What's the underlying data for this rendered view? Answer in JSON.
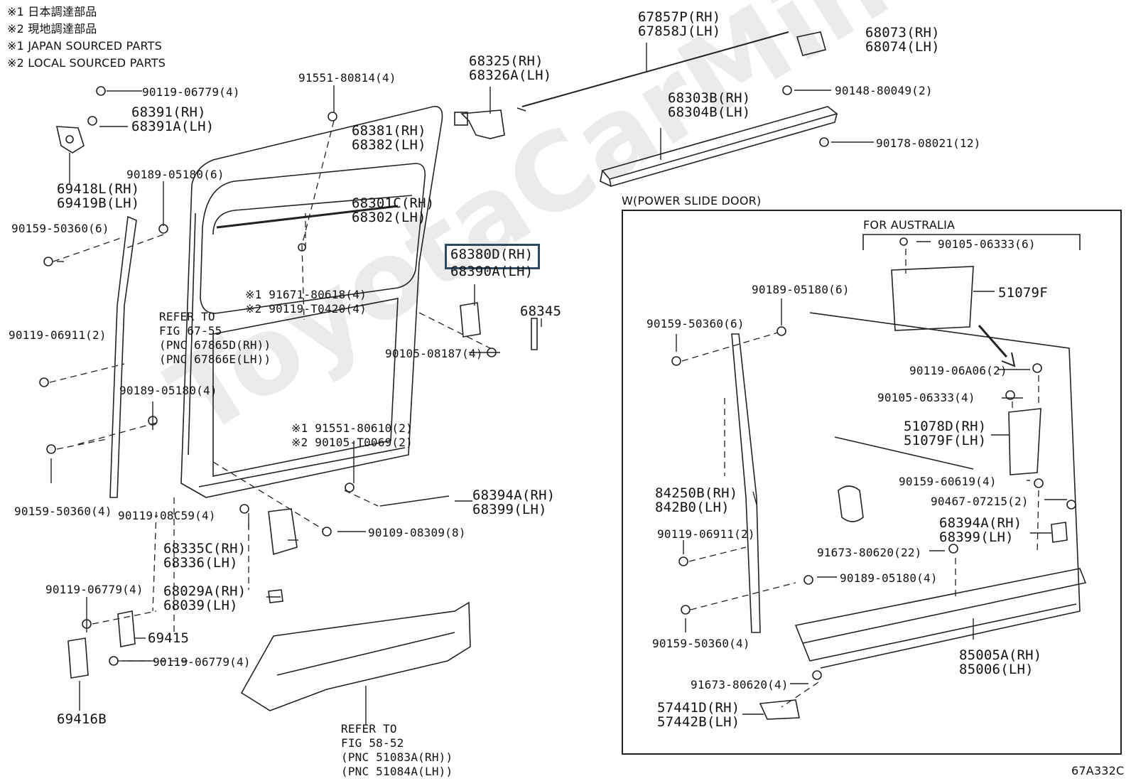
{
  "legend": [
    "※1 日本調達部品",
    "※2 現地調達部品",
    "※1 JAPAN SOURCED PARTS",
    "※2 LOCAL SOURCED PARTS"
  ],
  "watermark": "ToyotaCarMine.ru",
  "figure_code": "67A332C",
  "power_slide_door_title": "W(POWER SLIDE DOOR)",
  "australia_title": "FOR AUSTRALIA",
  "highlighted_part": "68380D(RH)",
  "labels": {
    "p67857": "67857P(RH)\n67858J(LH)",
    "p68073": "68073(RH)\n68074(LH)",
    "p68325": "68325(RH)\n68326A(LH)",
    "p91551": "91551-80814(4)",
    "p90119a": "90119-06779(4)",
    "p68391": "68391(RH)\n68391A(LH)",
    "p68381": "68381(RH)\n68382(LH)",
    "p90148": "90148-80049(2)",
    "p68303": "68303B(RH)\n68304B(LH)",
    "p90178": "90178-08021(12)",
    "p90189a": "90189-05180(6)",
    "p69418": "69418L(RH)\n69419B(LH)",
    "p68301": "68301C(RH)\n68302(LH)",
    "p90159a": "90159-50360(6)",
    "p68390": "68390A(LH)",
    "p91671": "※1 91671-80618(4)\n※2 90119-T0420(4)",
    "p68345": "68345",
    "refer1": "REFER TO\nFIG 67-55\n(PNC 67865D(RH))\n(PNC 67866E(LH))",
    "p90119b": "90119-06911(2)",
    "p90105a": "90105-08187(4)",
    "p90189b": "90189-05180(4)",
    "p91551b": "※1 91551-80610(2)\n※2 90105-T0069(2)",
    "p68394a": "68394A(RH)\n68399(LH)",
    "p90159b": "90159-50360(4)",
    "p90119c": "90119-08C59(4)",
    "p90109": "90109-08309(8)",
    "p68335": "68335C(RH)\n68336(LH)",
    "p68029": "68029A(RH)\n68039(LH)",
    "p90119d": "90119-06779(4)",
    "p69415": "69415",
    "p90119e": "90119-06779(4)",
    "p69416": "69416B",
    "refer2": "REFER TO\nFIG 58-52\n(PNC 51083A(RH))\n(PNC 51084A(LH))",
    "p90105b": "90105-06333(6)",
    "p51079": "51079F",
    "p90189c": "90189-05180(6)",
    "p90159c": "90159-50360(6)",
    "p90119f": "90119-06A06(2)",
    "p90105c": "90105-06333(4)",
    "p51078": "51078D(RH)\n51079F(LH)",
    "p90159d": "90159-60619(4)",
    "p84250": "84250B(RH)\n842B0(LH)",
    "p90467": "90467-07215(2)",
    "p68394b": "68394A(RH)\n68399(LH)",
    "p90119g": "90119-06911(2)",
    "p91673a": "91673-80620(22)",
    "p90189d": "90189-05180(4)",
    "p90159e": "90159-50360(4)",
    "p85005": "85005A(RH)\n85006(LH)",
    "p91673b": "91673-80620(4)",
    "p57441": "57441D(RH)\n57442B(LH)"
  }
}
